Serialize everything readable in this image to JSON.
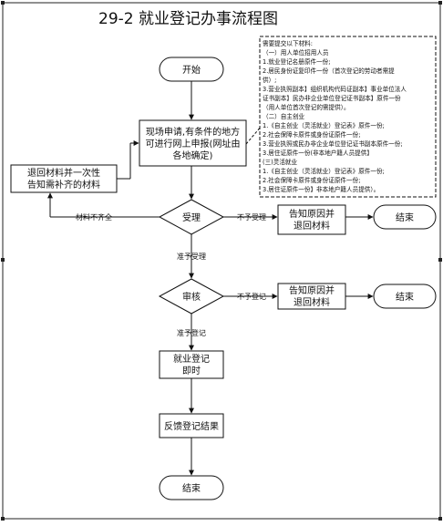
{
  "title": "29-2  就业登记办事流程图",
  "nodes": {
    "start": "开始",
    "apply": [
      "现场申请,有条件的地方",
      "可进行网上申报(网址由",
      "各地确定)"
    ],
    "return_docs": [
      "退回材料并一次性",
      "告知需补齐的材料"
    ],
    "accept": "受理",
    "notify_reject_1": [
      "告知原因并",
      "退回材料"
    ],
    "end_1": "结束",
    "review": "审核",
    "notify_reject_2": [
      "告知原因并",
      "退回材料"
    ],
    "end_2": "结束",
    "register": [
      "就业登记",
      "即时"
    ],
    "feedback": "反馈登记结果",
    "end_final": "结束"
  },
  "edges": {
    "incomplete": "材料不齐全",
    "not_accepted": "不予受理",
    "accepted": "准予受理",
    "not_registered": "不予登记",
    "registered": "准予登记"
  },
  "requirements": [
    "需要提交以下材料:",
    "（一）用人单位招用人员",
    "1.就业登记名册原件一份;",
    "2.居民身份证复印件一份（首次登记的劳动者需提",
    "供）;",
    "3.营业执照副本】组织机构代码证副本】事业单位法人",
    "证书副本】民办非企业单位登记证书副本】原件一份",
    "（用人单位首次登记的需提供）。",
    "（二）自主创业",
    "1.《自主创业（灵活就业）登记表》原件一份;",
    "2.社会保障卡原件或身份证原件一份;",
    "3.营业执照或民办非企业单位登记证书副本原件一份;",
    "3.居住证原件一份(非本地户籍人员提供】",
    "(三)灵活就业",
    "1.《自主创业（灵活就业）登记表》原件一份;",
    "2.社会保障卡原件或身份证原件一份;",
    "3.居住证原件一份】非本地户籍人员提供）。"
  ]
}
